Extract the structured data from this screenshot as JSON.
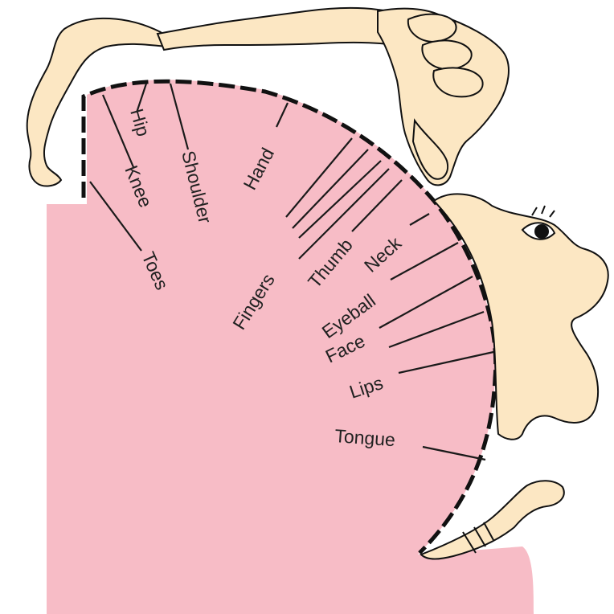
{
  "diagram": {
    "labels": {
      "hip": "Hip",
      "knee": "Knee",
      "toes": "Toes",
      "shoulder": "Shoulder",
      "hand": "Hand",
      "fingers": "Fingers",
      "thumb": "Thumb",
      "neck": "Neck",
      "eyeball": "Eyeball",
      "face": "Face",
      "lips": "Lips",
      "tongue": "Tongue"
    },
    "colors": {
      "cortex": "#f7bcc6",
      "skin": "#fce7c3",
      "outline": "#111111",
      "leader_lines": "#1a1a1a"
    }
  }
}
